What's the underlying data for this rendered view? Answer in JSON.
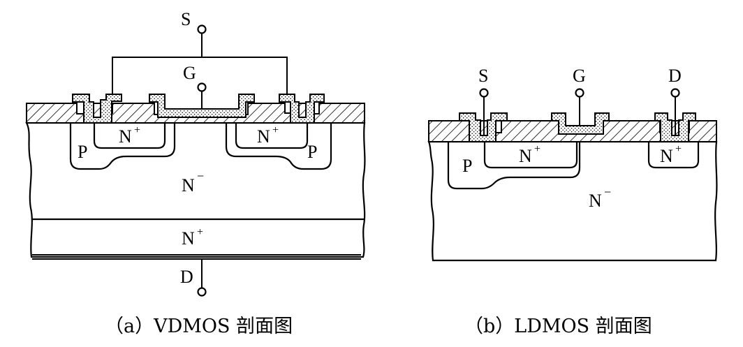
{
  "diagram_a": {
    "terminal_s": "S",
    "terminal_g": "G",
    "terminal_d": "D",
    "region_n_plus_left": "N",
    "region_n_plus_right": "N",
    "region_p_left": "P",
    "region_p_right": "P",
    "region_n_minus": "N",
    "region_n_plus_substrate": "N",
    "sup_plus": "+",
    "sup_minus": "−",
    "caption": "（a）VDMOS 剖面图"
  },
  "diagram_b": {
    "terminal_s": "S",
    "terminal_g": "G",
    "terminal_d": "D",
    "region_n_plus_source": "N",
    "region_n_plus_drain": "N",
    "region_p": "P",
    "region_n_minus": "N",
    "sup_plus": "+",
    "sup_minus": "−",
    "caption": "（b）LDMOS 剖面图"
  },
  "colors": {
    "ink": "#000000",
    "paper": "#ffffff",
    "dot": "#000000"
  }
}
